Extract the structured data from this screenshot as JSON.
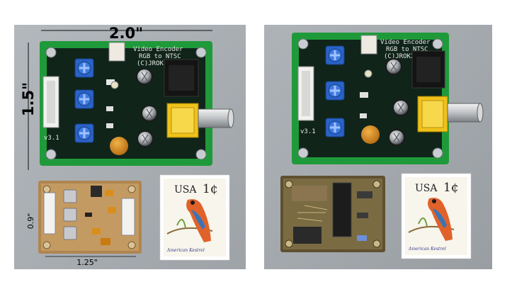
{
  "photos": [
    {
      "board": {
        "title_line1": "Video Encoder",
        "title_line2": "RGB to NTSC",
        "title_line3": "(C)JROK2",
        "version": "v3.1"
      },
      "dimensions": {
        "width_large": "2.0\"",
        "height_large": "1.5\"",
        "height_small": "0.9\"",
        "width_small": "1.25\""
      },
      "stamp": {
        "country": "USA",
        "value": "1¢",
        "caption": "American Kestrel"
      }
    },
    {
      "board": {
        "title_line1": "Video Encoder",
        "title_line2": "RGB to NTSC",
        "title_line3": "(C)JROK2",
        "version": "v3.1"
      },
      "stamp": {
        "country": "USA",
        "value": "1¢",
        "caption": "American Kestrel"
      }
    }
  ],
  "colors": {
    "backdrop": "#a9aeb3",
    "pcb_green": "#1f9a3a",
    "pcb_dark": "#10241a",
    "trimmer_blue": "#2a63c8",
    "rca_yellow": "#f0c21a",
    "stamp_orange": "#e0622a"
  }
}
